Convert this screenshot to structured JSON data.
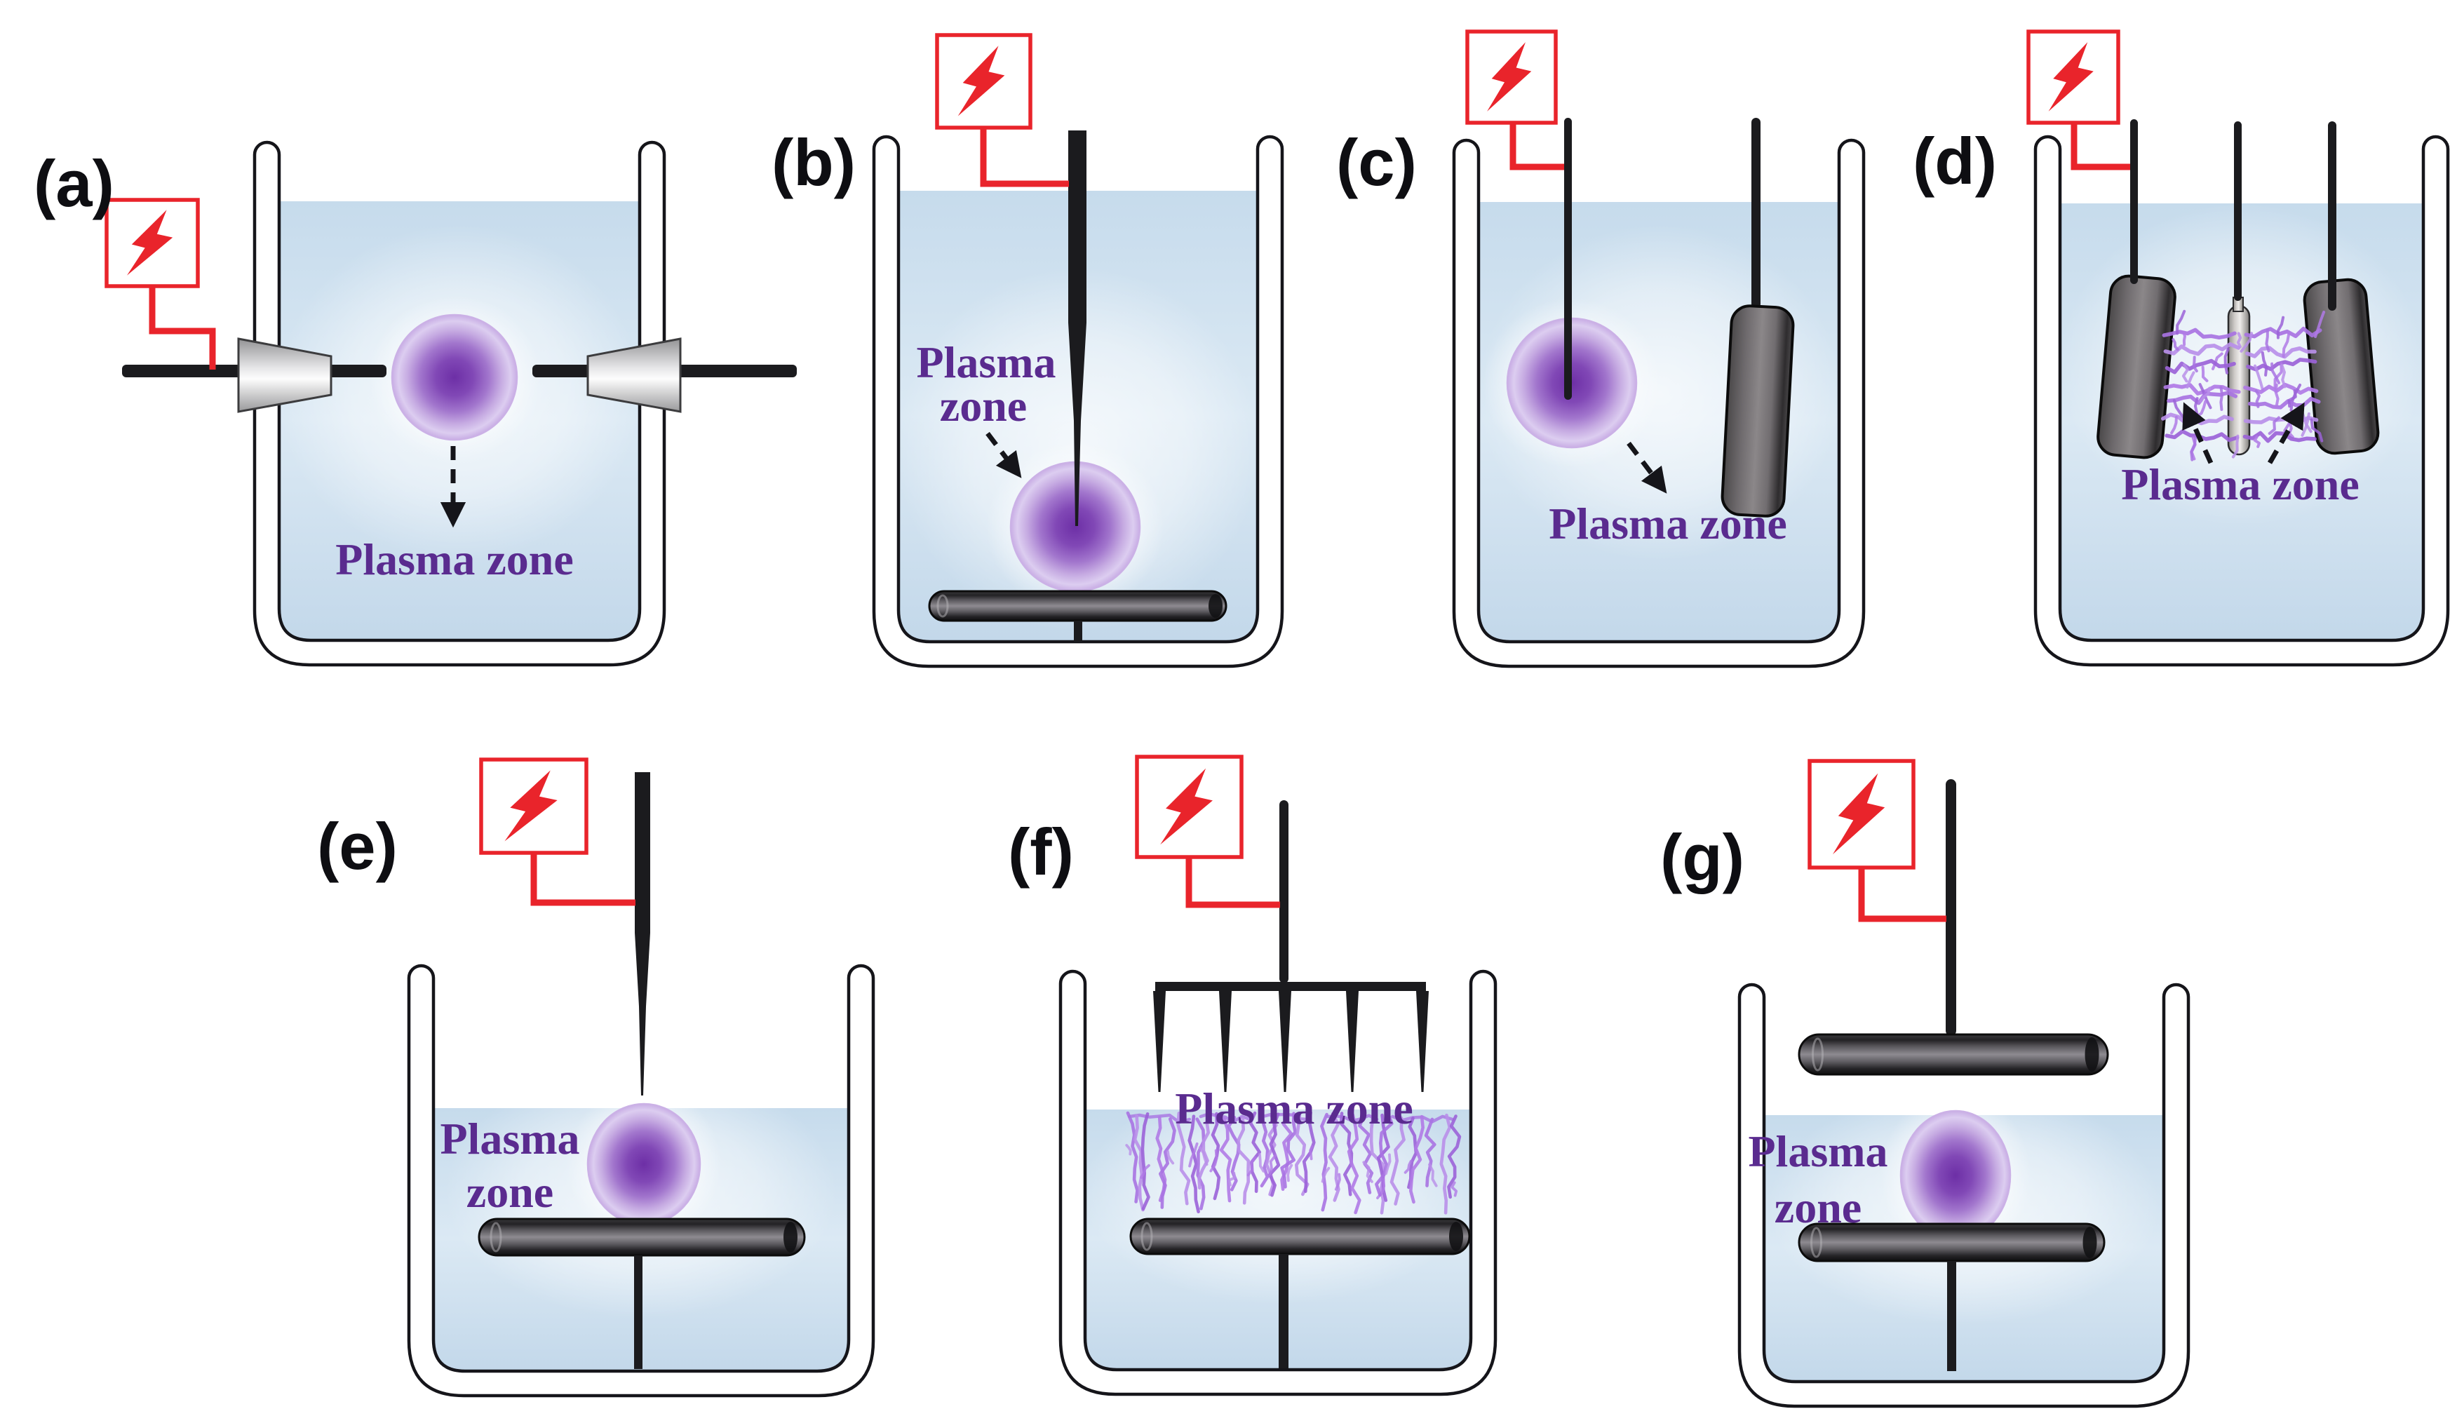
{
  "figure": {
    "panels": [
      {
        "id": "a",
        "label": "(a)",
        "plasma_zone_lines": [
          "Plasma zone"
        ]
      },
      {
        "id": "b",
        "label": "(b)",
        "plasma_zone_lines": [
          "Plasma",
          "zone"
        ]
      },
      {
        "id": "c",
        "label": "(c)",
        "plasma_zone_lines": [
          "Plasma zone"
        ]
      },
      {
        "id": "d",
        "label": "(d)",
        "plasma_zone_lines": [
          "Plasma zone"
        ]
      },
      {
        "id": "e",
        "label": "(e)",
        "plasma_zone_lines": [
          "Plasma",
          "zone"
        ]
      },
      {
        "id": "f",
        "label": "(f)",
        "plasma_zone_lines": [
          "Plasma zone"
        ]
      },
      {
        "id": "g",
        "label": "(g)",
        "plasma_zone_lines": [
          "Plasma",
          "zone"
        ]
      }
    ],
    "icons": {
      "power_supply": "lightning-bolt-icon"
    },
    "colors": {
      "accent_red": "#e9242b",
      "plasma_text_purple": "#5a2b8f",
      "water_blue": "#cddff0",
      "plasma_core_purple": "#6d2fa6",
      "streamer_purple": "#a873e2",
      "electrode_gray": "#6f6c72",
      "outline_black": "#15151a"
    }
  }
}
